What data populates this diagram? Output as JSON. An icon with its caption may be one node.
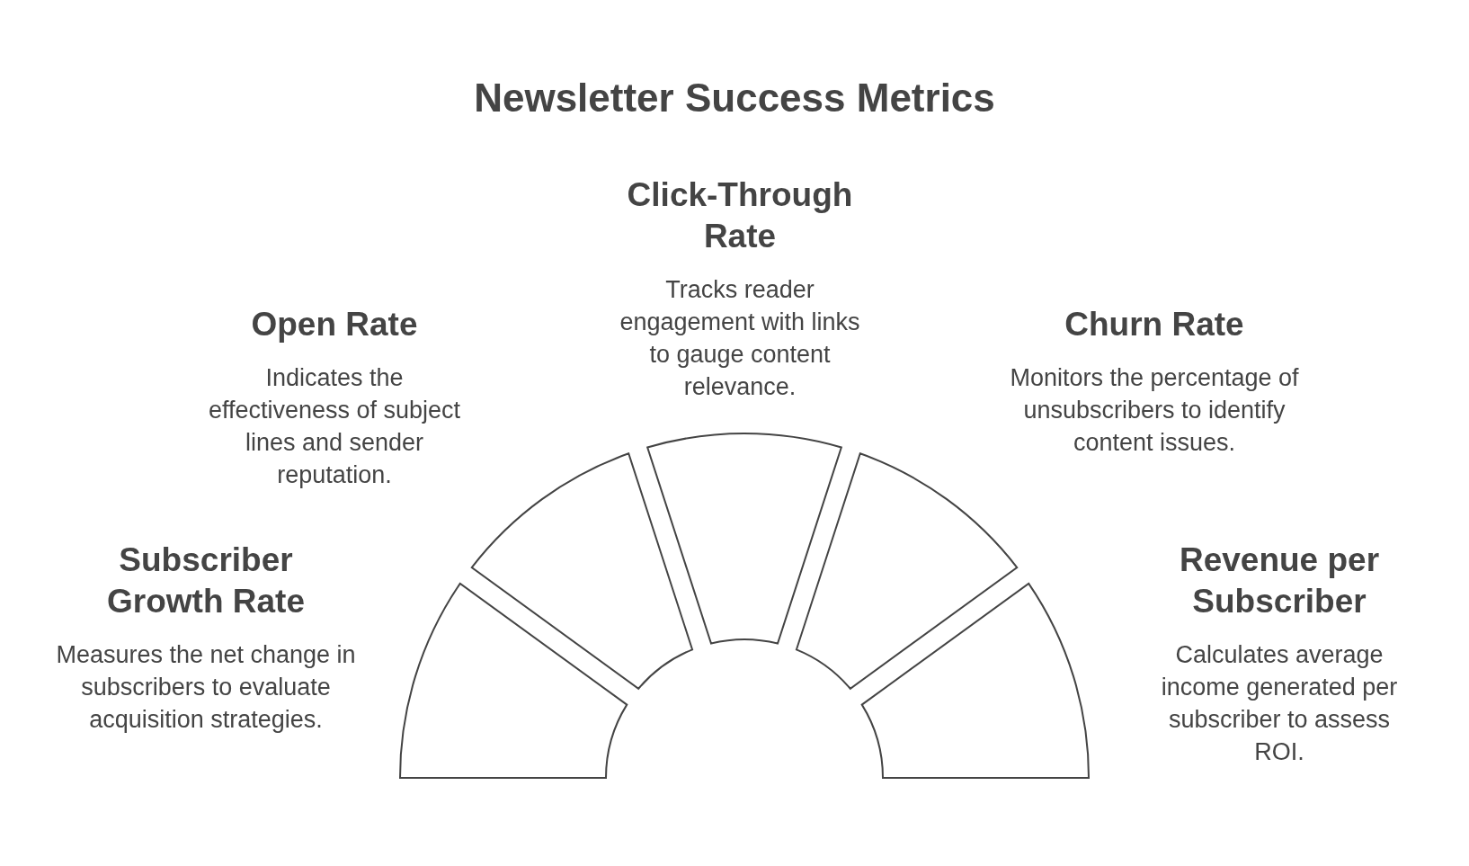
{
  "diagram": {
    "title": "Newsletter Success Metrics",
    "nodes": [
      {
        "text": [
          "Subscriber Growth Rate",
          "Measures the net change in subscribers to evaluate acquisition strategies."
        ]
      },
      {
        "text": [
          "Open Rate",
          "Indicates the effectiveness of subject lines and sender reputation."
        ]
      },
      {
        "text": [
          "Click-Through Rate",
          "Tracks reader engagement with links to gauge content relevance."
        ]
      },
      {
        "text": [
          "Churn Rate",
          "Monitors the percentage of unsubscribers to identify content issues."
        ]
      },
      {
        "text": [
          "Revenue per Subscriber",
          "Calculates average income generated per subscriber to assess ROI."
        ]
      }
    ],
    "edges": []
  }
}
